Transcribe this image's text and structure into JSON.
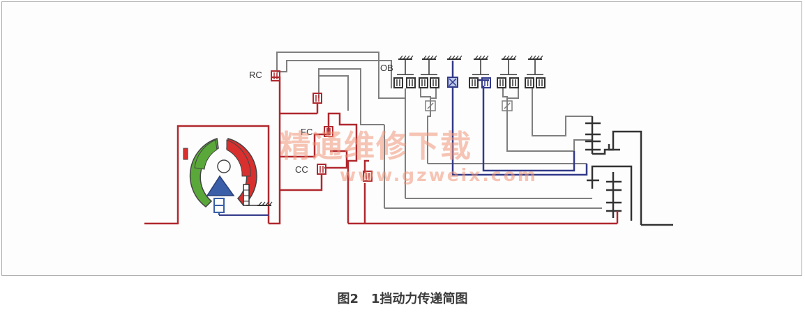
{
  "labels": {
    "rc": "RC",
    "ob": "OB",
    "fc": "FC",
    "cc": "CC"
  },
  "watermark": {
    "text": "精通维修下载",
    "url": "www.gzweix.com"
  },
  "caption": "图2　1挡动力传递简图",
  "colors": {
    "active": "#b0282e",
    "neutral": "#7f7f7f",
    "drive": "#323a8a",
    "dark": "#333333",
    "turbine": "#5aa83a",
    "pump": "#d8302f",
    "stator": "#3a5fa8"
  }
}
